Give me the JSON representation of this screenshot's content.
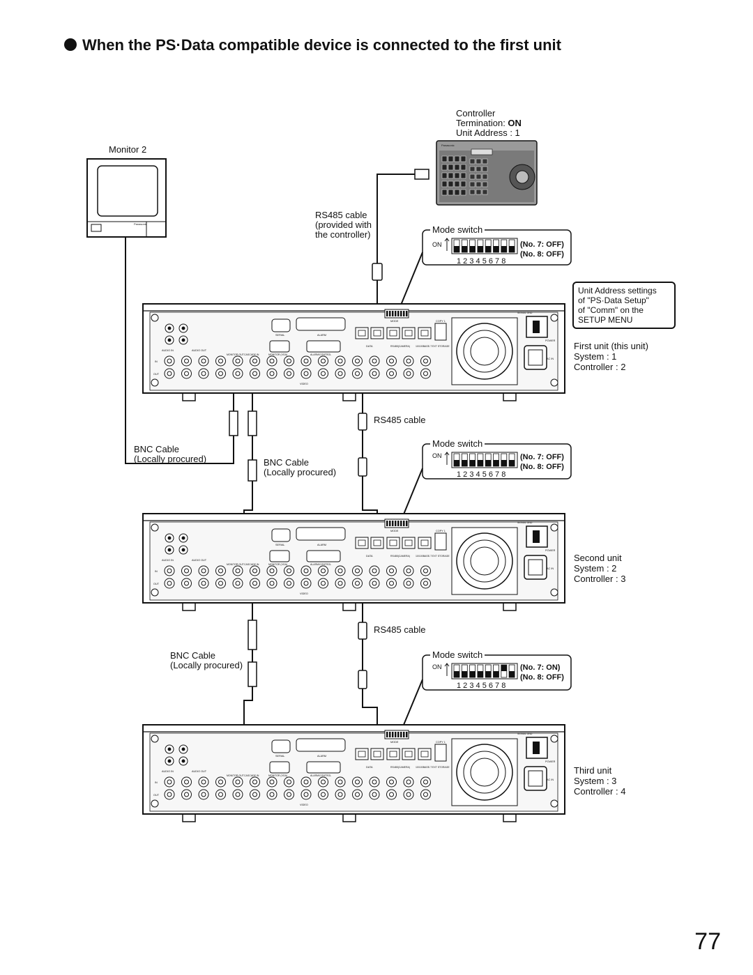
{
  "heading": "When the PS·Data compatible device is connected to the first unit",
  "page_number": "77",
  "monitor": {
    "label": "Monitor 2",
    "brand": "Panasonic"
  },
  "controller": {
    "label": "Controller",
    "termination_label": "Termination: ",
    "termination_value": "ON",
    "unit_address": "Unit Address : 1"
  },
  "rs485_top": {
    "line1": "RS485 cable",
    "line2": "(provided with",
    "line3": "the controller)"
  },
  "rs485_cable_label": "RS485 cable",
  "bnc": {
    "line1": "BNC Cable",
    "line2": "(Locally procured)"
  },
  "mode_switch": {
    "title": "Mode switch",
    "on": "ON",
    "numbers": "1 2 3 4 5 6 7 8",
    "first": {
      "no7": "(No. 7: OFF)",
      "no8": "(No. 8: OFF)"
    },
    "second": {
      "no7": "(No. 7: OFF)",
      "no8": "(No. 8: OFF)"
    },
    "third": {
      "no7": "(No. 7: ON)",
      "no8": "(No. 8: OFF)"
    }
  },
  "settings_box": {
    "line1": "Unit Address settings",
    "line2": "of \"PS·Data Setup\"",
    "line3": "of \"Comm\" on the",
    "line4": "SETUP MENU"
  },
  "units": [
    {
      "name": "First unit (this unit)",
      "system": "System    : 1",
      "controller": "Controller  : 2"
    },
    {
      "name": "Second unit",
      "system": "System    : 2",
      "controller": "Controller  : 3"
    },
    {
      "name": "Third unit",
      "system": "System    : 3",
      "controller": "Controller  : 4"
    }
  ],
  "panel_labels": {
    "serial": "SERIAL",
    "alarm": "ALARM",
    "mode": "MODE",
    "copy1": "COPY 1",
    "audio_in": "AUDIO IN",
    "audio_out": "AUDIO OUT",
    "monitor_out": "MONITOR OUT",
    "cascade_in": "CASCADE IN",
    "monitor_vga": "MONITOR (VGA)",
    "alarm_control": "ALARM/CONTROL",
    "data": "DATA",
    "rs485": "RS485(CAMERA)",
    "base_t": "10/100BASE-T",
    "ext_storage": "EXT STORAGE",
    "power": "POWER",
    "ac_in": "AC IN",
    "signal_gnd": "SIGNAL GND",
    "video": "VIDEO",
    "in": "IN",
    "out": "OUT"
  },
  "colors": {
    "ink": "#111111",
    "panel": "#f2f2f2",
    "controller_body": "#8a8a8a"
  }
}
